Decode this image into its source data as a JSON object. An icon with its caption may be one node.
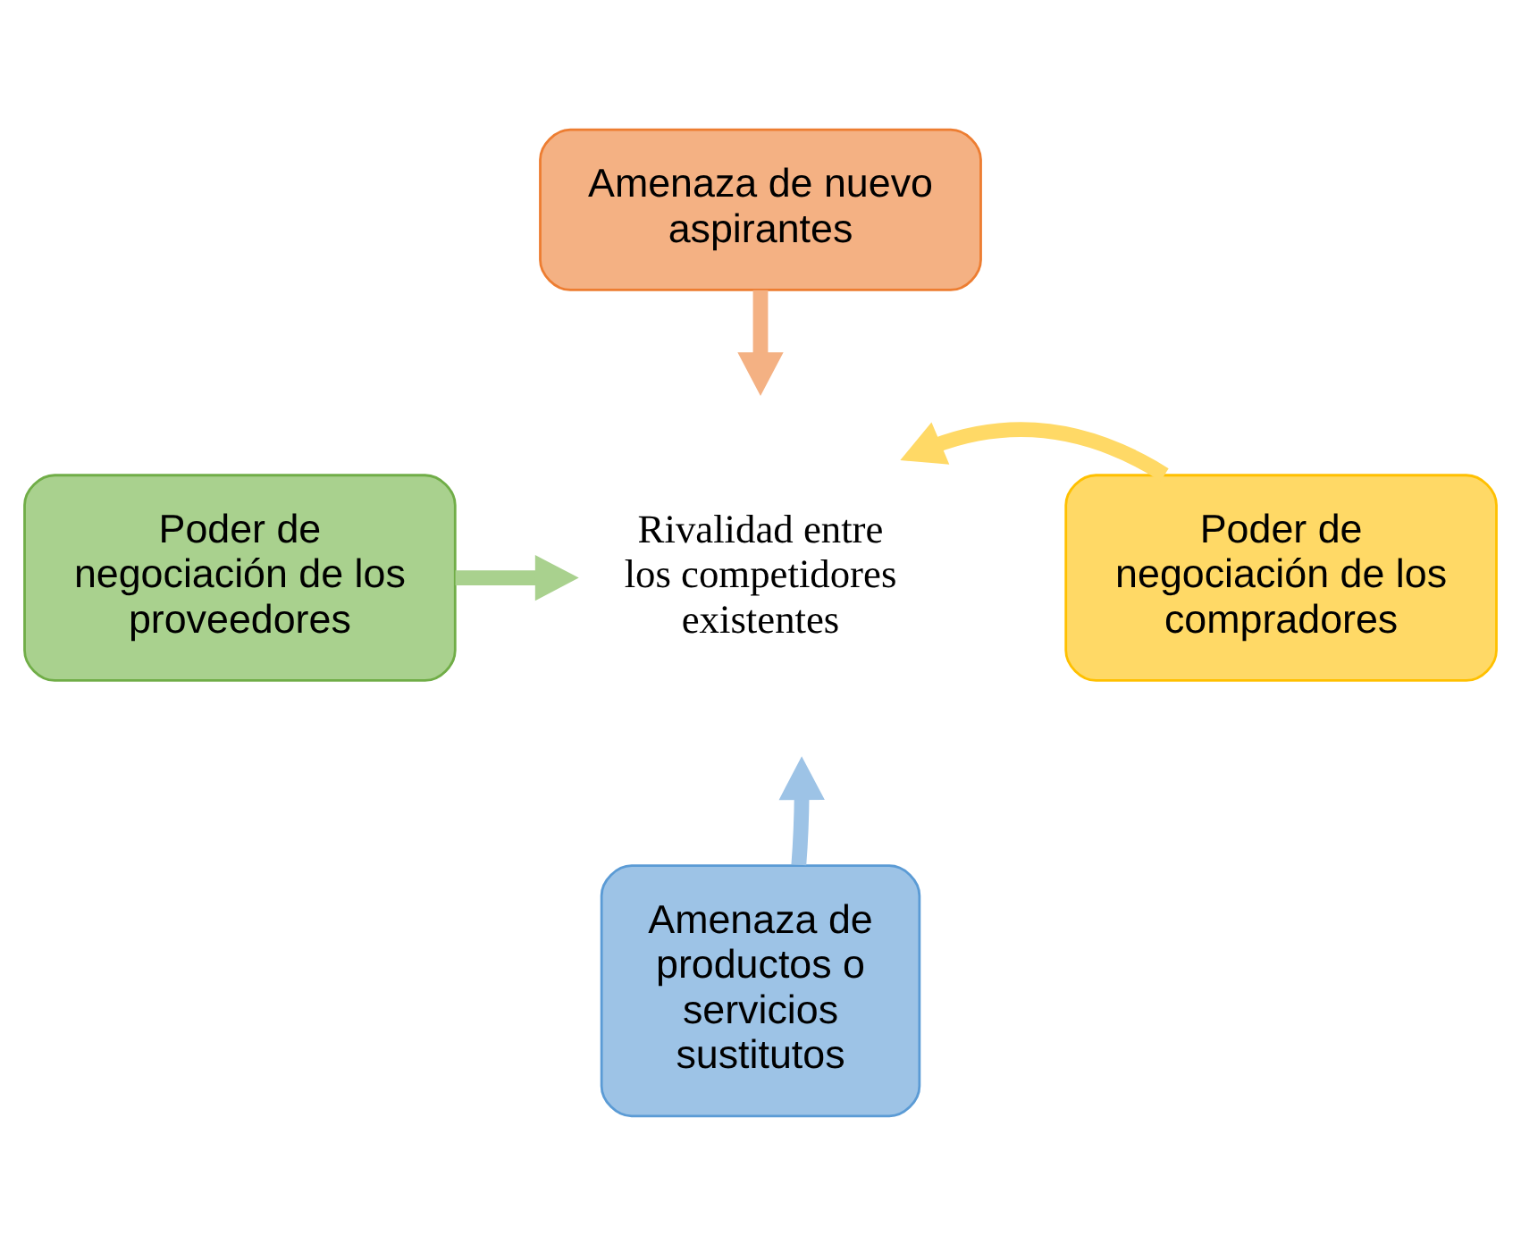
{
  "diagram": {
    "nodes": [
      {
        "text": [
          "Amenaza de nuevo aspirantes"
        ]
      },
      {
        "text": [
          "Poder de negociación de los proveedores"
        ]
      },
      {
        "text": [
          "Rivalidad entre los competidores existentes"
        ]
      },
      {
        "text": [
          "Poder de negociación de los compradores"
        ]
      },
      {
        "text": [
          "Amenaza de productos o servicios sustitutos"
        ]
      }
    ],
    "edges": [
      {
        "from": 0,
        "to": 2,
        "arrow": "to",
        "color": "#f4b183"
      },
      {
        "from": 1,
        "to": 2,
        "arrow": "to",
        "color": "#a9d18e"
      },
      {
        "from": 3,
        "to": 2,
        "arrow": "to",
        "color": "#ffd966"
      },
      {
        "from": 4,
        "to": 2,
        "arrow": "to",
        "color": "#9dc3e6"
      }
    ]
  }
}
